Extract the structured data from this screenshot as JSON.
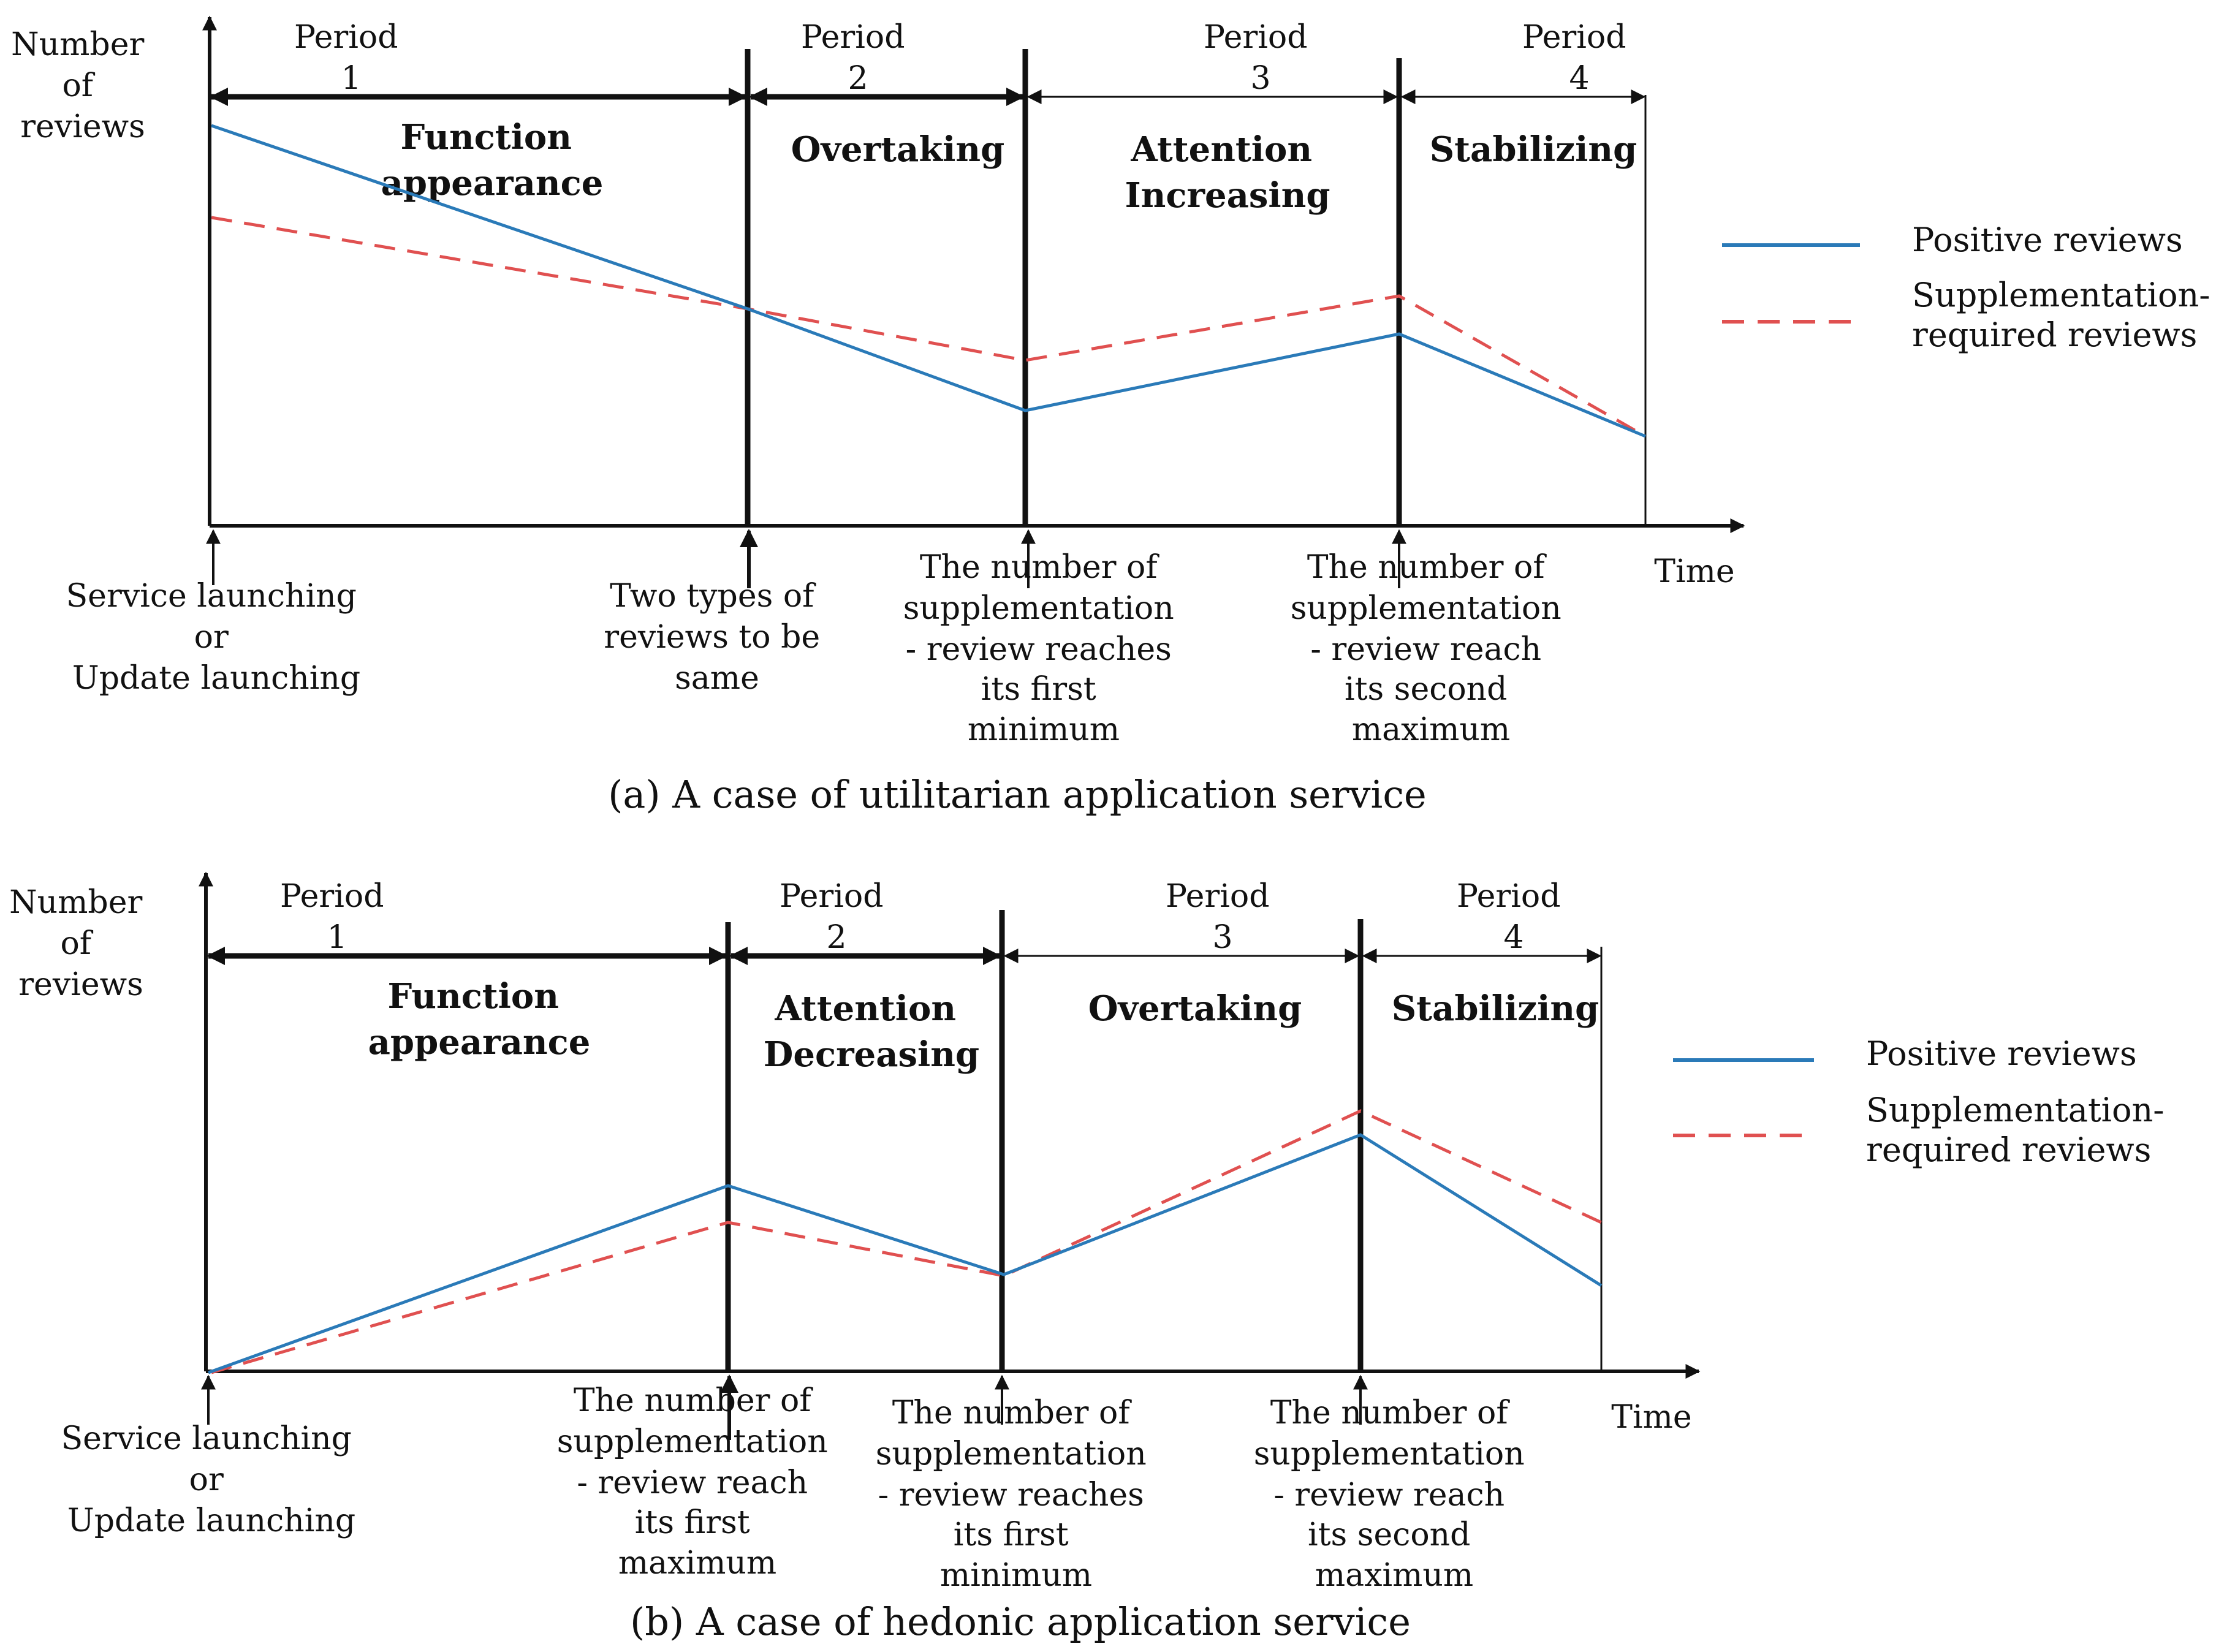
{
  "colors": {
    "positive": "#2a7ab8",
    "supplementation": "#e05050",
    "ink": "#111111"
  },
  "panels": [
    {
      "caption": "(a) A case of utilitarian application service",
      "y_label": [
        "Number",
        "of",
        "reviews"
      ],
      "x_label": "Time",
      "periods": [
        {
          "lines": [
            "Period",
            "1"
          ]
        },
        {
          "lines": [
            "Period",
            "2"
          ]
        },
        {
          "lines": [
            "Period",
            "3"
          ]
        },
        {
          "lines": [
            "Period",
            "4"
          ]
        }
      ],
      "phases": [
        [
          "Function",
          "appearance"
        ],
        [
          "Overtaking"
        ],
        [
          "Attention",
          "Increasing"
        ],
        [
          "Stabilizing"
        ]
      ],
      "events": [
        [
          "Service launching",
          "or",
          "Update launching"
        ],
        [
          "Two types of",
          "reviews to be",
          "same"
        ],
        [
          "The number of",
          "supplementation",
          "- review reaches",
          "its first",
          "minimum"
        ],
        [
          "The number of",
          "supplementation",
          "- review reach",
          "its second",
          "maximum"
        ]
      ],
      "legend": {
        "positive": [
          "Positive reviews"
        ],
        "supplementation": [
          "Supplementation-",
          "required reviews"
        ]
      }
    },
    {
      "caption": "(b) A case of hedonic application service",
      "y_label": [
        "Number",
        "of",
        "reviews"
      ],
      "x_label": "Time",
      "periods": [
        {
          "lines": [
            "Period",
            "1"
          ]
        },
        {
          "lines": [
            "Period",
            "2"
          ]
        },
        {
          "lines": [
            "Period",
            "3"
          ]
        },
        {
          "lines": [
            "Period",
            "4"
          ]
        }
      ],
      "phases": [
        [
          "Function",
          "appearance"
        ],
        [
          "Attention",
          "Decreasing"
        ],
        [
          "Overtaking"
        ],
        [
          "Stabilizing"
        ]
      ],
      "events": [
        [
          "Service launching",
          "or",
          "Update launching"
        ],
        [
          "The number of",
          "supplementation",
          "- review reach",
          "its first",
          "maximum"
        ],
        [
          "The number of",
          "supplementation",
          "- review reaches",
          "its first",
          "minimum"
        ],
        [
          "The number of",
          "supplementation",
          "- review reach",
          "its second",
          "maximum"
        ]
      ],
      "legend": {
        "positive": [
          "Positive reviews"
        ],
        "supplementation": [
          "Supplementation-",
          "required reviews"
        ]
      }
    }
  ]
}
